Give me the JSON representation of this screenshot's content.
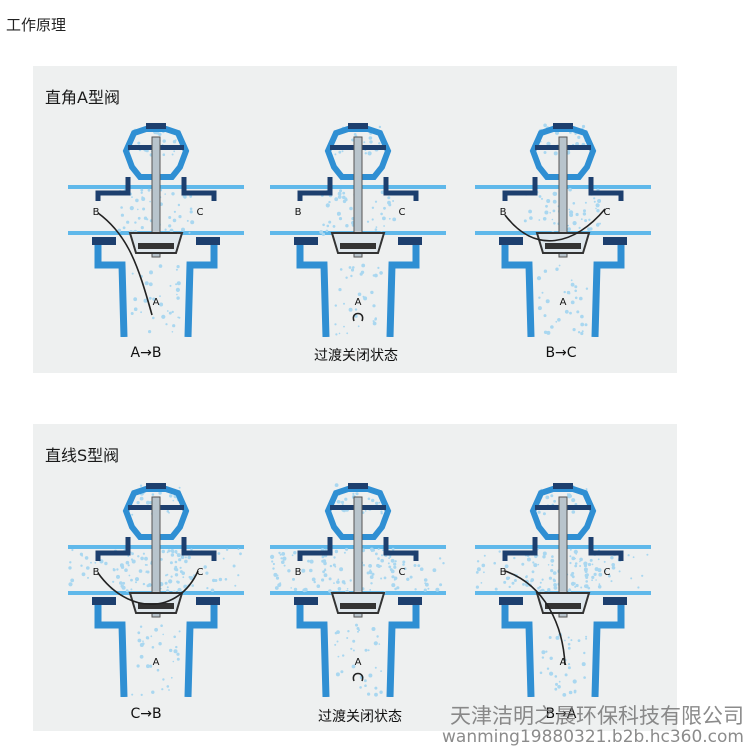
{
  "page_title": "工作原理",
  "colors": {
    "panel_bg": "#eef0f0",
    "valve_blue": "#2f8fd3",
    "valve_dark": "#1d3f6e",
    "pipe_light": "#5fb8ea",
    "stem_gray": "#b8c4cc",
    "water_dots": "#a9d7f0"
  },
  "sections": [
    {
      "title": "直角A型阀",
      "valves": [
        {
          "caption": "A→B",
          "state": "a-to-b",
          "labels": {
            "a": "A",
            "b": "B",
            "c": "C"
          }
        },
        {
          "caption": "过渡关闭状态",
          "state": "transition-closed",
          "labels": {
            "a": "A",
            "b": "B",
            "c": "C"
          }
        },
        {
          "caption": "B→C",
          "state": "b-to-c",
          "labels": {
            "a": "A",
            "b": "B",
            "c": "C"
          }
        }
      ]
    },
    {
      "title": "直线S型阀",
      "valves": [
        {
          "caption": "C→B",
          "state": "c-to-b",
          "labels": {
            "a": "A",
            "b": "B",
            "c": "C"
          }
        },
        {
          "caption": "过渡关闭状态",
          "state": "transition-closed",
          "labels": {
            "a": "A",
            "b": "B",
            "c": "C"
          }
        },
        {
          "caption": "B→A",
          "state": "b-to-a",
          "labels": {
            "a": "A",
            "b": "B",
            "c": "C"
          }
        }
      ]
    }
  ],
  "watermark": {
    "company": "天津洁明之晨环保科技有限公司",
    "url": "wanming19880321.b2b.hc360.com"
  }
}
